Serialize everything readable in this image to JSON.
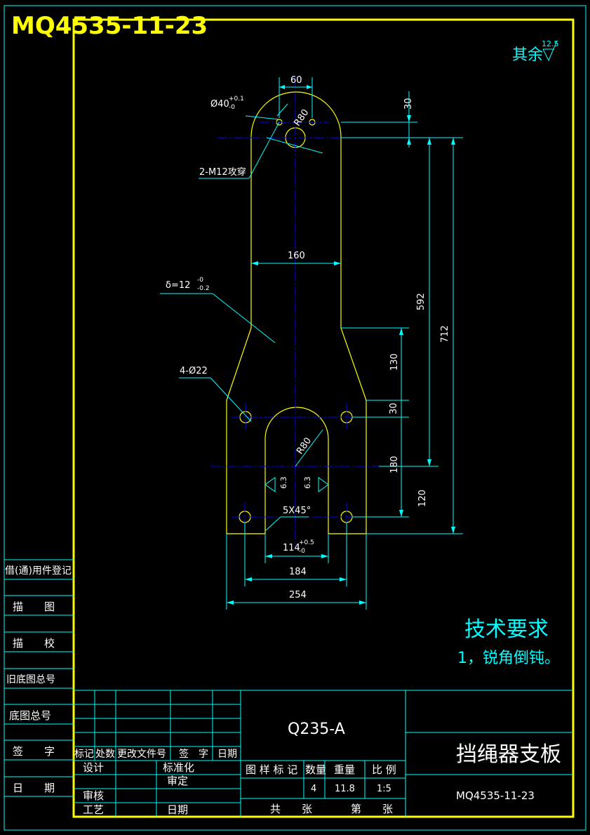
{
  "drawing_number_banner": "MQ4535-11-23",
  "surface_finish": {
    "prefix": "其余",
    "value": "12.5"
  },
  "dimensions": {
    "top_width": "60",
    "hole_dia": "Ø40",
    "hole_tol_upper": "+0.1",
    "hole_tol_lower": "-0",
    "top_radius": "R80",
    "top_offset": "30",
    "tapped_holes": "2-M12攻穿",
    "mid_width": "160",
    "thickness": "δ=12",
    "thk_tol_upper": "-0",
    "thk_tol_lower": "-0.2",
    "len_592": "592",
    "len_712": "712",
    "len_130": "130",
    "len_30": "30",
    "len_180": "180",
    "len_120": "120",
    "bolt_holes": "4-Ø22",
    "bottom_radius": "R80",
    "rough_a": "6.3",
    "rough_b": "6.3",
    "chamfer": "5X45°",
    "slot_width": "114",
    "slot_tol_upper": "+0.5",
    "slot_tol_lower": "-0",
    "width_184": "184",
    "width_254": "254"
  },
  "tech_requirements": {
    "title": "技术要求",
    "item1": "1，锐角倒钝。"
  },
  "left_column": [
    "借(通)用件登记",
    "描　　图",
    "描　　校",
    "旧底图总号",
    "底图总号",
    "签　　字",
    "日　　期"
  ],
  "title_block": {
    "material": "Q235-A",
    "part_name": "挡绳器支板",
    "drawing_no": "MQ4535-11-23",
    "rev_headers": [
      "标记",
      "处数",
      "更改文件号",
      "签　字",
      "日期"
    ],
    "design": "设计",
    "standardize": "标准化",
    "review": "审定",
    "check": "审核",
    "process": "工艺",
    "date": "日期",
    "mark_header": "图 样 标 记",
    "qty_header": "数量",
    "weight_header": "重量",
    "scale_header": "比 例",
    "qty": "4",
    "weight": "11.8",
    "scale": "1:5",
    "total_sheets": "共　　张",
    "sheet_no": "第　　张"
  },
  "colors": {
    "background": "#000000",
    "frame": "#ffff00",
    "dimension": "#00ffff",
    "text": "#ffffff",
    "part_outline": "#ffff00",
    "centerline": "#0000ff"
  }
}
